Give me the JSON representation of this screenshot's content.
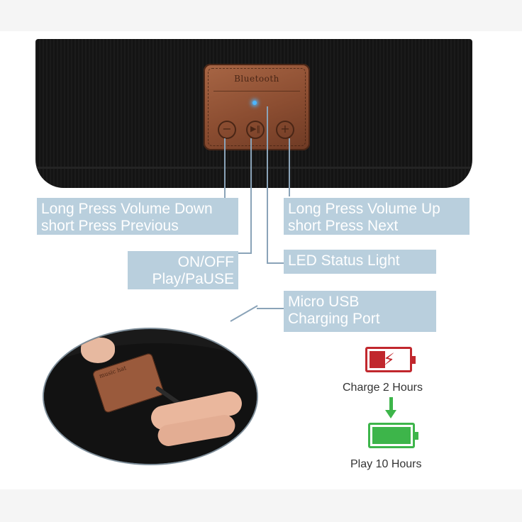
{
  "product": {
    "patch_brand": "Bluetooth",
    "mini_patch_brand": "music hat"
  },
  "labels": {
    "volume_down": [
      "Long Press Volume Down",
      "short Press Previous"
    ],
    "volume_up": [
      "Long Press Volume Up",
      "short Press Next"
    ],
    "power": [
      "ON/OFF",
      "Play/PaUSE"
    ],
    "led": [
      "LED Status Light"
    ],
    "usb": [
      "Micro USB",
      "Charging Port"
    ]
  },
  "battery": {
    "charge_caption": "Charge 2 Hours",
    "play_caption": "Play 10 Hours",
    "charge_level": 0.35,
    "play_level": 1.0
  },
  "colors": {
    "label_bg": "#b9cfdd",
    "label_text": "#ffffff",
    "charge_red": "#c1272d",
    "play_green": "#3db54a",
    "led_blue": "#4db6ff"
  },
  "icons": {
    "volume_down": "minus-circle-icon",
    "play_pause": "play-pause-icon",
    "volume_up": "plus-circle-icon",
    "charging": "lightning-bolt-icon",
    "arrow": "arrow-down-icon"
  }
}
